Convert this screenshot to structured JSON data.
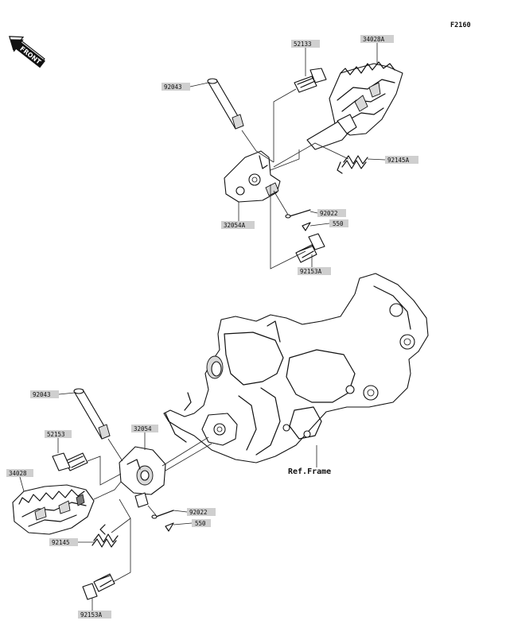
{
  "diagram_code": "F2160",
  "front_label": "FRONT",
  "ref_frame_label": "Ref.Frame",
  "upper_assembly": {
    "pin_label": "92043",
    "bolt_top_label": "52133",
    "footpeg_label": "34028A",
    "bracket_label": "32054A",
    "spring_label": "92145A",
    "cotter_label": "92022",
    "washer_label": "550",
    "bolt_bottom_label": "92153A"
  },
  "lower_assembly": {
    "pin_label": "92043",
    "bolt_top_label": "52153",
    "bracket_label": "32054",
    "footpeg_label": "34028",
    "cotter_label": "92022",
    "washer_label": "550",
    "spring_label": "92145",
    "bolt_bottom_label": "92153A"
  }
}
